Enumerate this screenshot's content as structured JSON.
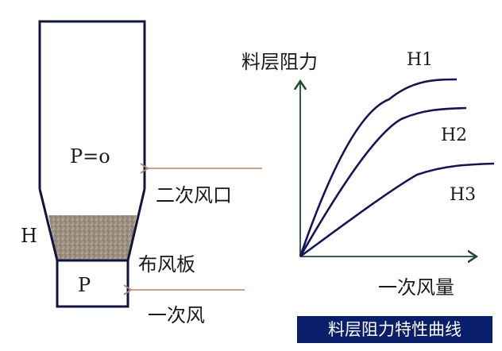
{
  "furnace": {
    "pressure_top_label": "P=o",
    "pressure_plenum_label": "P",
    "bed_height_label": "H",
    "secondary_air_label": "二次风口",
    "distributor_label": "布风板",
    "primary_air_label": "一次风",
    "colors": {
      "wall": "#101540",
      "arrow": "#c0806a",
      "bed": "#9c8f80"
    }
  },
  "chart": {
    "ylabel": "料层阻力",
    "xlabel": "一次风量",
    "curve_labels": [
      "H1",
      "H2",
      "H3"
    ],
    "banner_title": "料层阻力特性曲线",
    "colors": {
      "axis": "#1a4d2a",
      "curve": "#14145a",
      "banner_bg": "#0a1f6b"
    }
  },
  "chart_data": {
    "type": "line",
    "title": "料层阻力特性曲线",
    "xlabel": "一次风量",
    "ylabel": "料层阻力",
    "grid": false,
    "legend_position": "inline-right",
    "x": [
      0,
      0.2,
      0.4,
      0.6,
      0.8,
      1.0
    ],
    "series": [
      {
        "name": "H1",
        "values": [
          0,
          0.45,
          0.78,
          0.93,
          0.98,
          1.0
        ]
      },
      {
        "name": "H2",
        "values": [
          0,
          0.33,
          0.6,
          0.76,
          0.82,
          0.84
        ]
      },
      {
        "name": "H3",
        "values": [
          0,
          0.22,
          0.4,
          0.53,
          0.58,
          0.6
        ]
      }
    ]
  }
}
